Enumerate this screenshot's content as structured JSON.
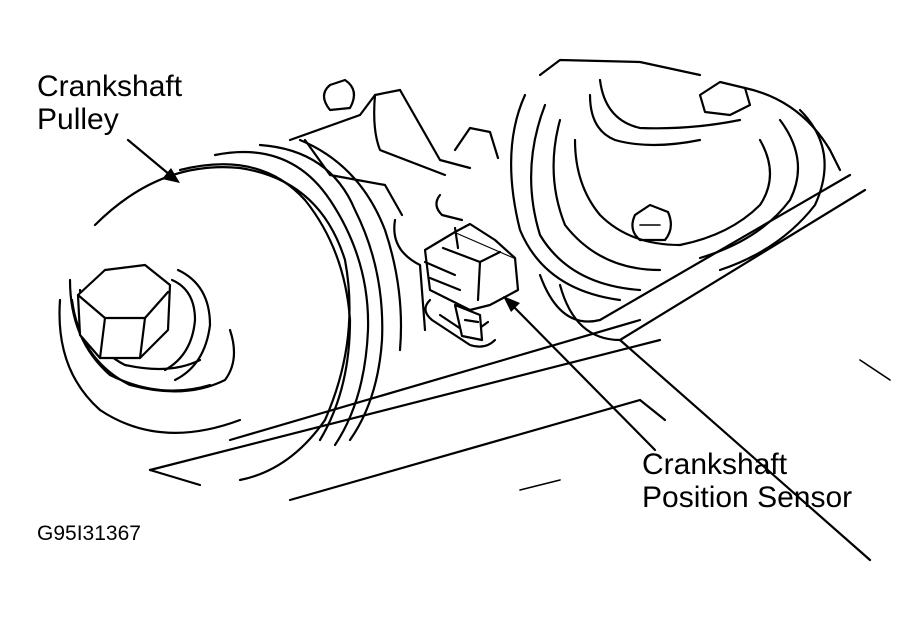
{
  "callouts": {
    "pulley": {
      "line1": "Crankshaft",
      "line2": "Pulley"
    },
    "sensor": {
      "line1": "Crankshaft",
      "line2": "Position Sensor"
    }
  },
  "figure_id": "G95I31367",
  "colors": {
    "ink": "#000000",
    "paper": "#ffffff"
  }
}
